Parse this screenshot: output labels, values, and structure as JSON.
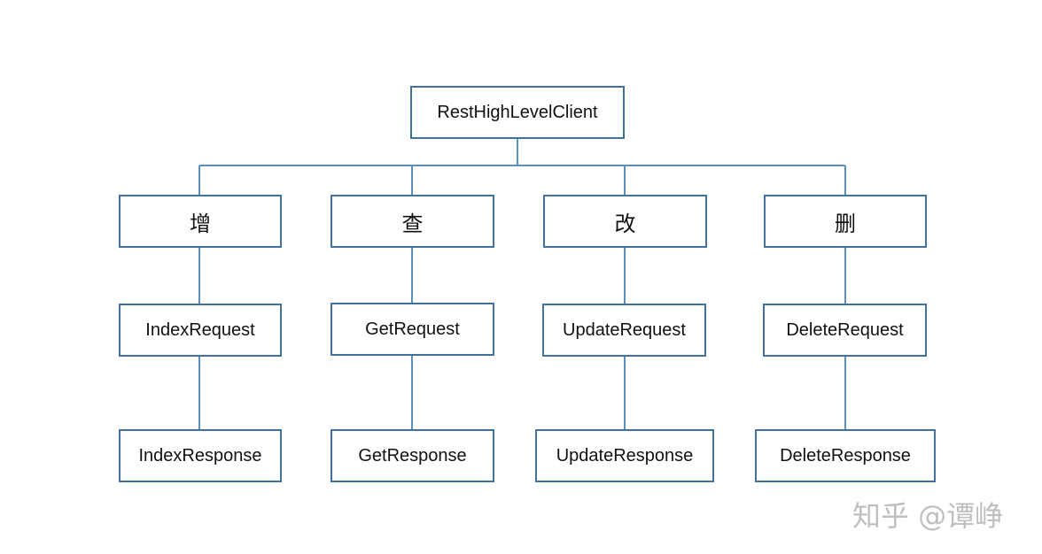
{
  "diagram": {
    "root": "RestHighLevelClient",
    "operations": [
      {
        "label": "增",
        "request": "IndexRequest",
        "response": "IndexResponse"
      },
      {
        "label": "查",
        "request": "GetRequest",
        "response": "GetResponse"
      },
      {
        "label": "改",
        "request": "UpdateRequest",
        "response": "UpdateResponse"
      },
      {
        "label": "删",
        "request": "DeleteRequest",
        "response": "DeleteResponse"
      }
    ]
  },
  "watermark": "知乎 @谭峥",
  "colors": {
    "border": "#41719c",
    "connector": "#5b8fbf",
    "watermark": "#bfbfbf"
  }
}
